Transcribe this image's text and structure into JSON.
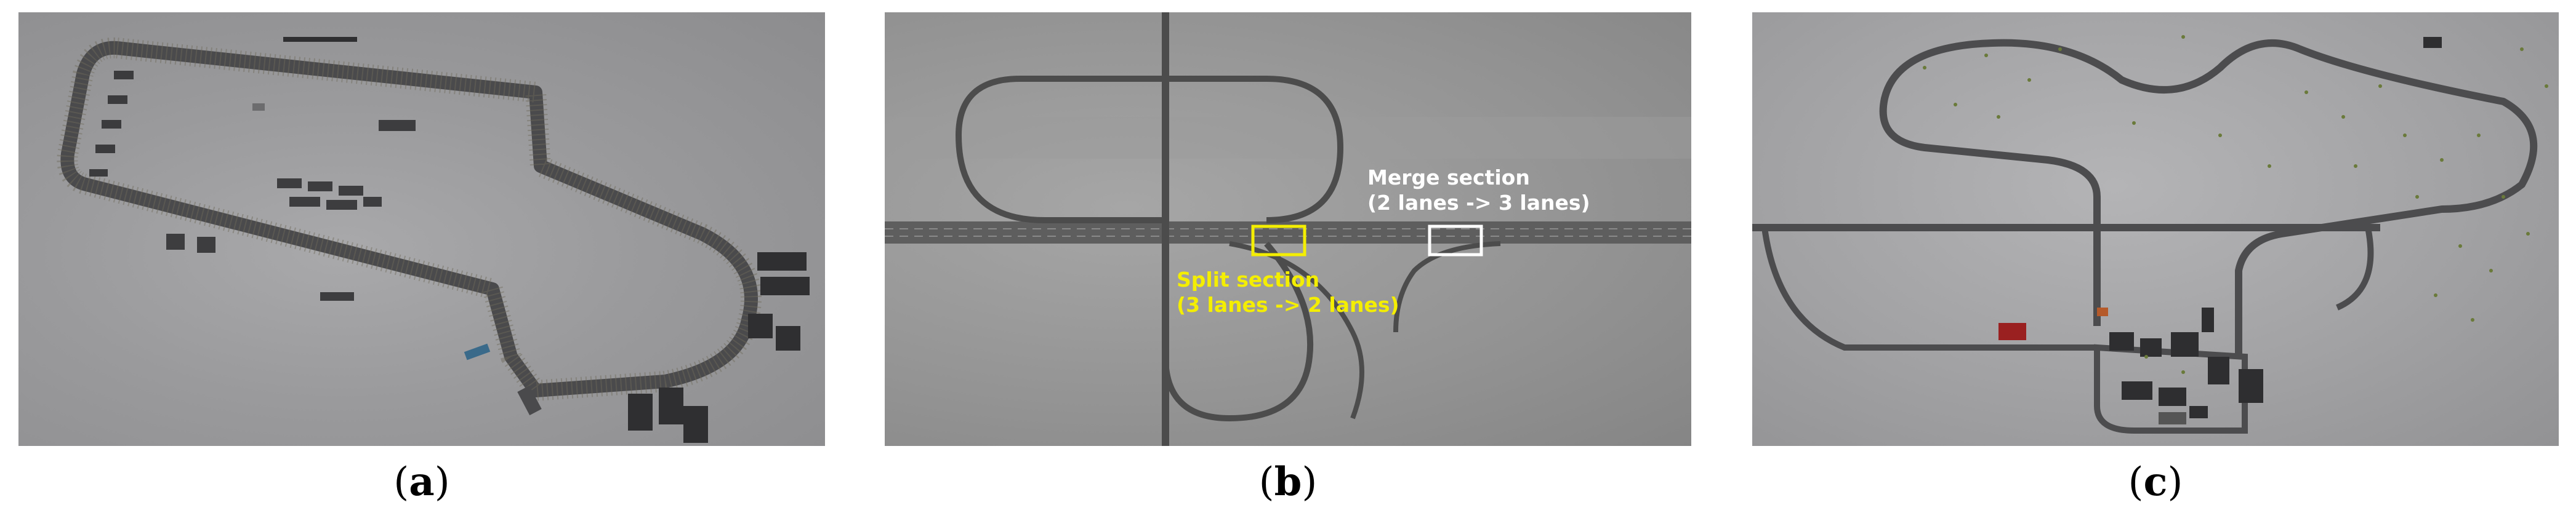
{
  "captions": {
    "a": "a",
    "b": "b",
    "c": "c"
  },
  "annotations": {
    "merge": {
      "title": "Merge section",
      "detail": "(2 lanes -> 3 lanes)",
      "color": "#ffffff"
    },
    "split": {
      "title": "Split section",
      "detail": "(3 lanes -> 2 lanes)",
      "color": "#f4ee00"
    }
  },
  "colors": {
    "road": "#4a4a4c",
    "highway": "#5e5e5e",
    "tree": "#6a7a3a",
    "red_building": "#9a2020",
    "blue_object": "#3a6a8a"
  }
}
